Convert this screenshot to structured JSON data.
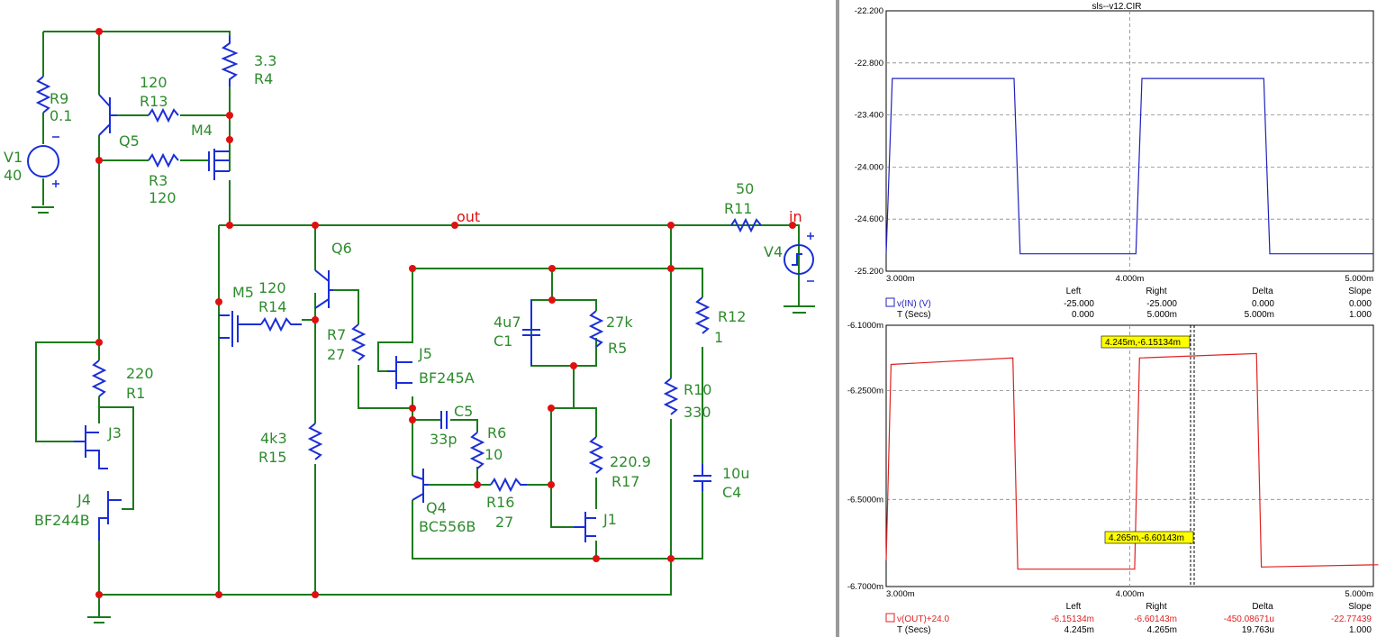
{
  "plot_title": "sls--v12.CIR",
  "schematic": {
    "components": [
      {
        "ref": "R9",
        "value": "0.1"
      },
      {
        "ref": "V1",
        "value": "40"
      },
      {
        "ref": "R13",
        "value": "120"
      },
      {
        "ref": "Q5",
        "value": ""
      },
      {
        "ref": "R3",
        "value": "120"
      },
      {
        "ref": "R4",
        "value": "3.3"
      },
      {
        "ref": "M4",
        "value": ""
      },
      {
        "ref": "R11",
        "value": "50"
      },
      {
        "ref": "V4",
        "value": ""
      },
      {
        "ref": "Q6",
        "value": ""
      },
      {
        "ref": "M5",
        "value": ""
      },
      {
        "ref": "R14",
        "value": "120"
      },
      {
        "ref": "R7",
        "value": "27"
      },
      {
        "ref": "J5",
        "value": "BF245A"
      },
      {
        "ref": "C1",
        "value": "4u7"
      },
      {
        "ref": "R5",
        "value": "27k"
      },
      {
        "ref": "R12",
        "value": "1"
      },
      {
        "ref": "R1",
        "value": "220"
      },
      {
        "ref": "J3",
        "value": ""
      },
      {
        "ref": "J4",
        "value": "BF244B"
      },
      {
        "ref": "R15",
        "value": "4k3"
      },
      {
        "ref": "C5",
        "value": "33p"
      },
      {
        "ref": "R6",
        "value": "10"
      },
      {
        "ref": "R10",
        "value": "330"
      },
      {
        "ref": "R17",
        "value": "220.9"
      },
      {
        "ref": "C4",
        "value": "10u"
      },
      {
        "ref": "Q4",
        "value": "BC556B"
      },
      {
        "ref": "R16",
        "value": "27"
      },
      {
        "ref": "J1",
        "value": ""
      }
    ],
    "nodes": {
      "out": "out",
      "in": "in"
    }
  },
  "chart_data": [
    {
      "type": "line",
      "title": "sls--v12.CIR",
      "series": [
        {
          "name": "v(IN) (V)",
          "color": "#2020c0"
        }
      ],
      "x_unit": "T (Secs)",
      "x_ticks": [
        "3.000m",
        "4.000m",
        "5.000m"
      ],
      "y_ticks": [
        "-22.200",
        "-22.800",
        "-23.400",
        "-24.000",
        "-24.600",
        "-25.200"
      ],
      "xlim": [
        0.003,
        0.005
      ],
      "ylim": [
        -25.2,
        -22.2
      ],
      "points": [
        [
          0.003,
          -25.0
        ],
        [
          0.003025,
          -22.98
        ],
        [
          0.003525,
          -22.98
        ],
        [
          0.00355,
          -25.0
        ],
        [
          0.004025,
          -25.0
        ],
        [
          0.00405,
          -22.98
        ],
        [
          0.00455,
          -22.98
        ],
        [
          0.004575,
          -25.0
        ],
        [
          0.005,
          -25.0
        ]
      ],
      "grid": true,
      "cursor_table": {
        "headers": [
          "Left",
          "Right",
          "Delta",
          "Slope"
        ],
        "rows": [
          {
            "label": "v(IN) (V)",
            "values": [
              "-25.000",
              "-25.000",
              "0.000",
              "0.000"
            ]
          },
          {
            "label": "T (Secs)",
            "values": [
              "0.000",
              "5.000m",
              "5.000m",
              "1.000"
            ]
          }
        ]
      }
    },
    {
      "type": "line",
      "series": [
        {
          "name": "v(OUT)+24.0",
          "color": "#e02020"
        }
      ],
      "x_unit": "T (Secs)",
      "x_ticks": [
        "3.000m",
        "4.000m",
        "5.000m"
      ],
      "y_ticks": [
        "-6.1000m",
        "-6.2500m",
        "-6.5000m",
        "-6.7000m"
      ],
      "xlim": [
        0.003,
        0.005
      ],
      "ylim": [
        -6.7,
        -6.1
      ],
      "points": [
        [
          0.003,
          -6.64
        ],
        [
          0.00302,
          -6.19
        ],
        [
          0.00352,
          -6.175
        ],
        [
          0.00354,
          -6.66
        ],
        [
          0.00402,
          -6.66
        ],
        [
          0.00404,
          -6.175
        ],
        [
          0.00452,
          -6.165
        ],
        [
          0.00454,
          -6.655
        ],
        [
          0.00502,
          -6.65
        ]
      ],
      "grid": true,
      "annotations": [
        "4.245m,-6.15134m",
        "4.265m,-6.60143m"
      ],
      "cursor_table": {
        "headers": [
          "Left",
          "Right",
          "Delta",
          "Slope"
        ],
        "rows": [
          {
            "label": "v(OUT)+24.0",
            "values": [
              "-6.15134m",
              "-6.60143m",
              "-450.08671u",
              "-22.77439"
            ]
          },
          {
            "label": "T (Secs)",
            "values": [
              "4.245m",
              "4.265m",
              "19.763u",
              "1.000"
            ]
          }
        ]
      }
    }
  ]
}
